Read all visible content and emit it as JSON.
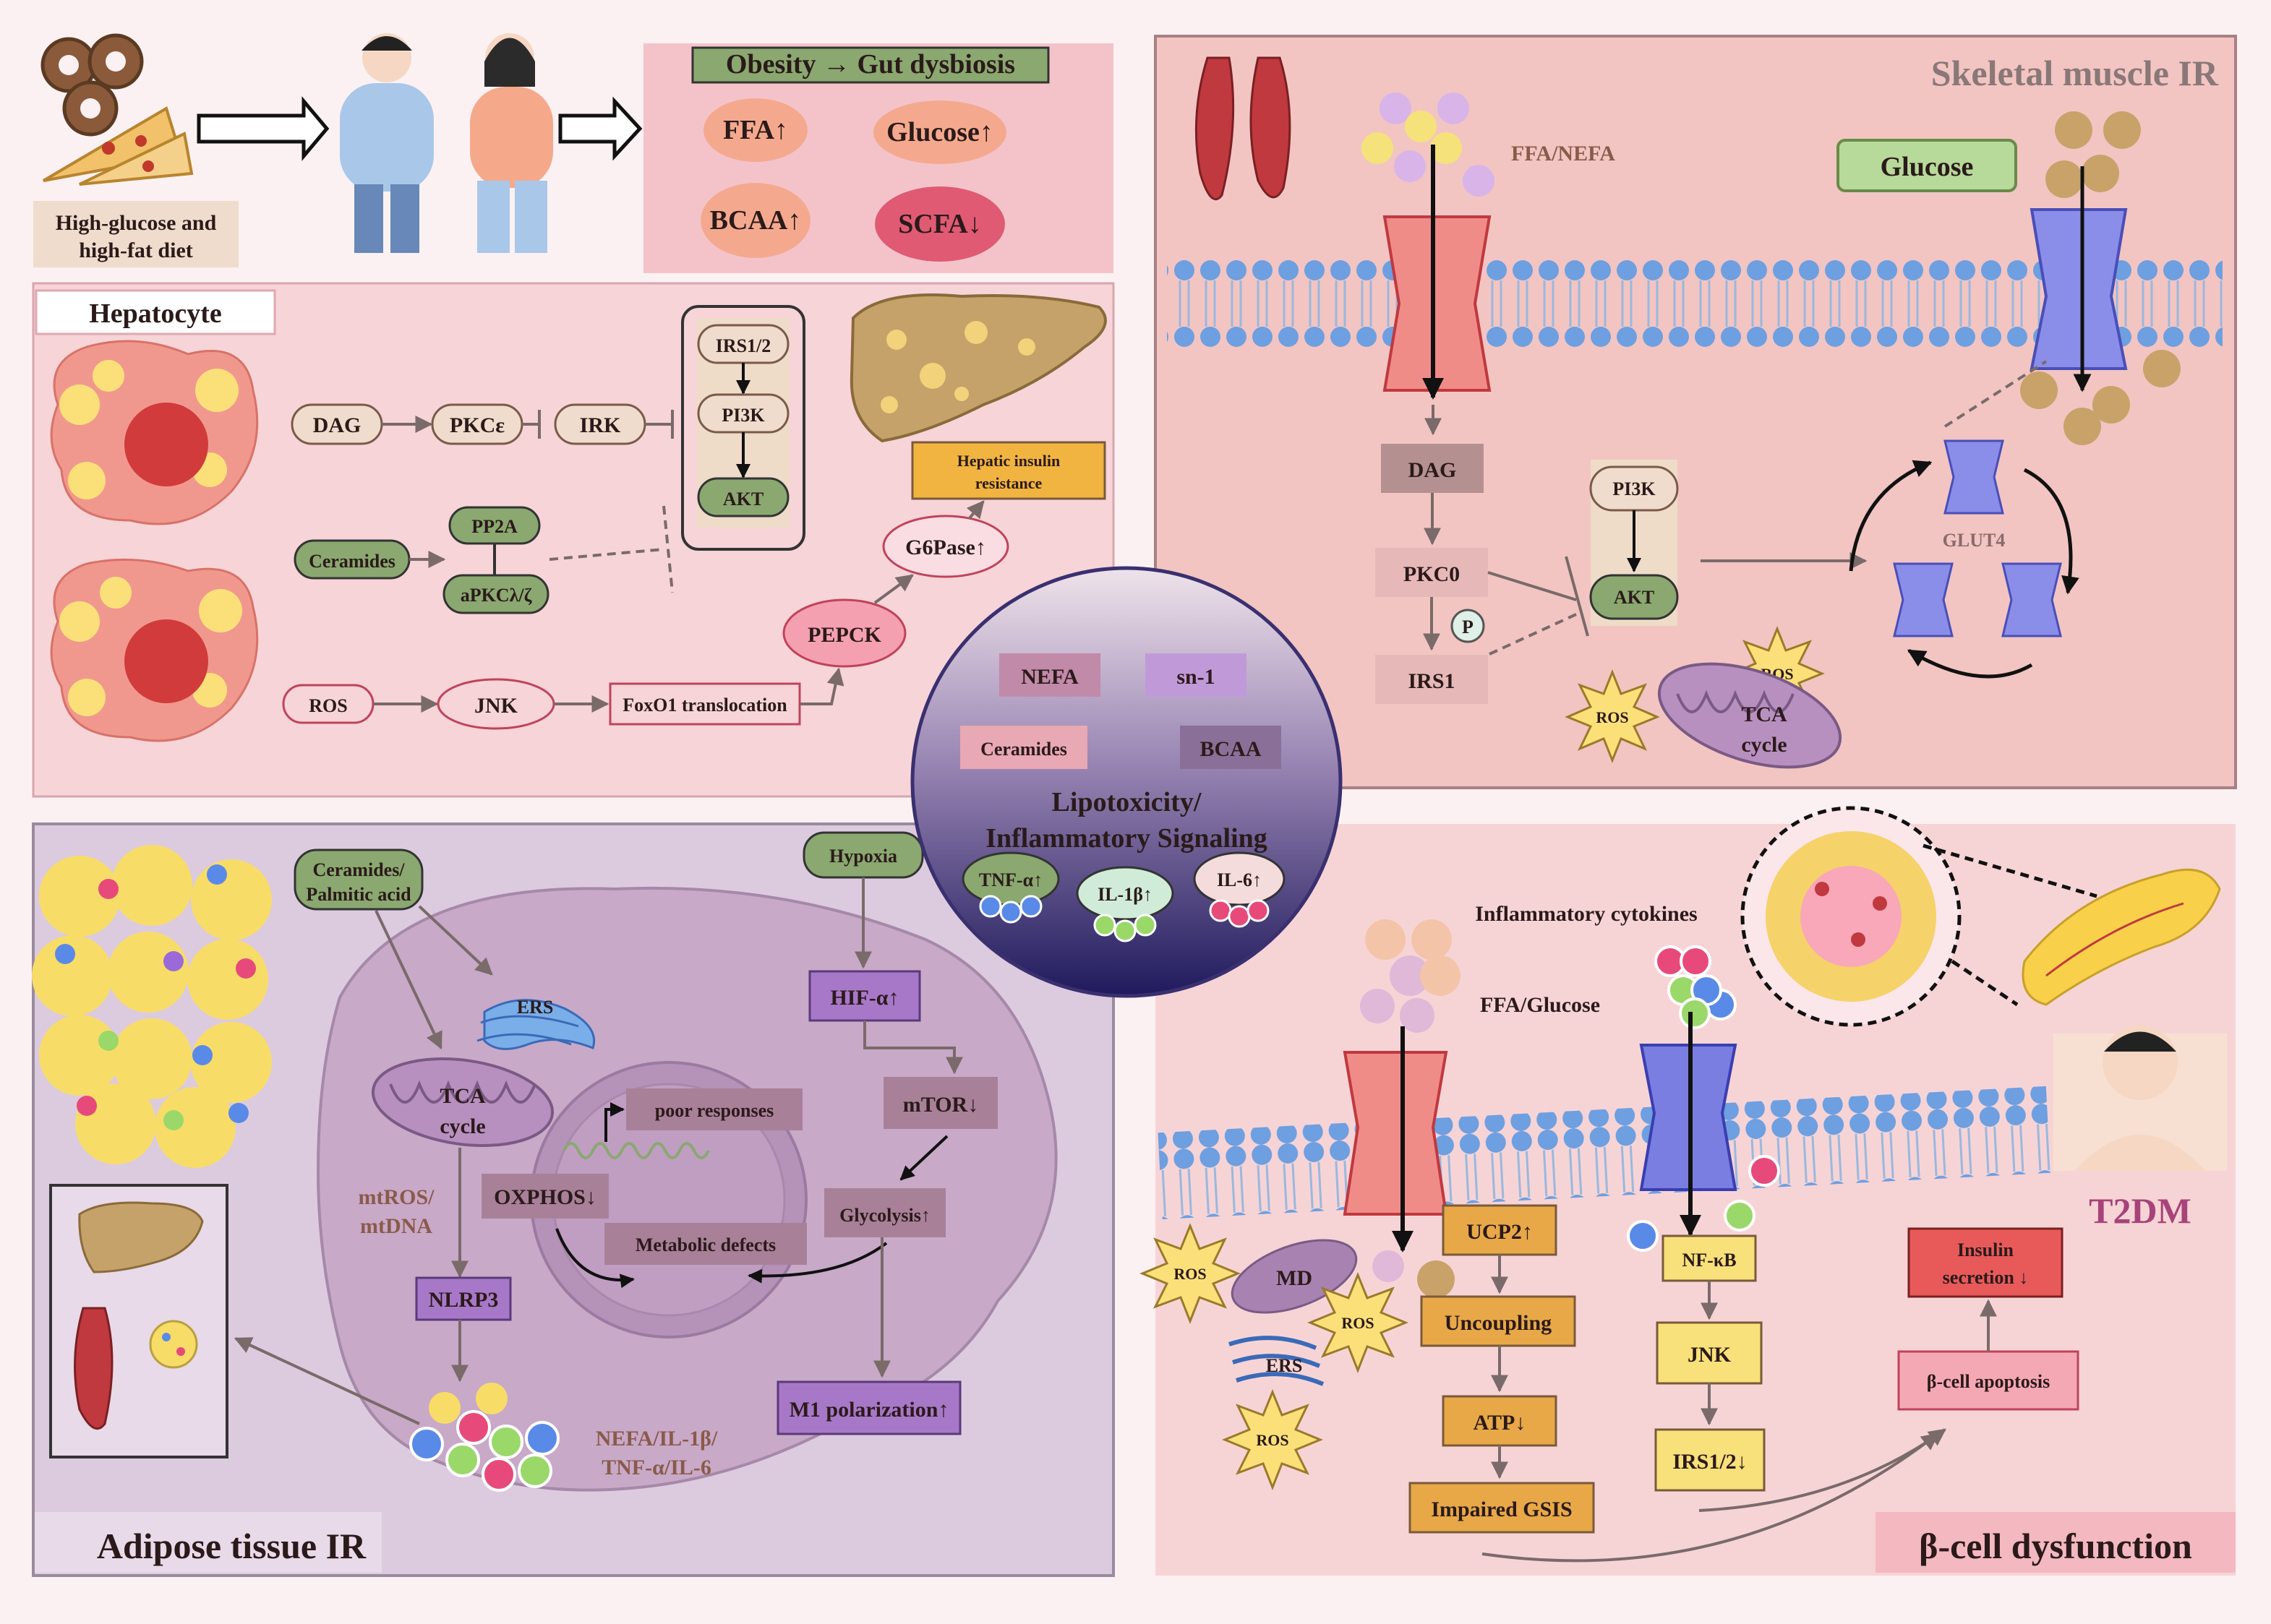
{
  "diet": {
    "label_line1": "High-glucose and",
    "label_line2": "high-fat diet"
  },
  "obesity": {
    "title": "Obesity → Gut dysbiosis",
    "ffa": "FFA↑",
    "glucose": "Glucose↑",
    "bcaa": "BCAA↑",
    "scfa": "SCFA↓"
  },
  "hepatocyte": {
    "title": "Hepatocyte",
    "dag": "DAG",
    "pkce": "PKCε",
    "irk": "IRK",
    "irs12": "IRS1/2",
    "pi3k": "PI3K",
    "akt": "AKT",
    "ceramides": "Ceramides",
    "pp2a": "PP2A",
    "apkc": "aPKCλ/ζ",
    "ros": "ROS",
    "jnk": "JNK",
    "foxo1": "FoxO1 translocation",
    "pepck": "PEPCK",
    "g6pase": "G6Pase↑",
    "resistance_line1": "Hepatic insulin",
    "resistance_line2": "resistance"
  },
  "muscle": {
    "title": "Skeletal muscle IR",
    "ffa_nefa": "FFA/NEFA",
    "glucose": "Glucose",
    "dag": "DAG",
    "pkc0": "PKC0",
    "p": "P",
    "irs1": "IRS1",
    "pi3k": "PI3K",
    "akt": "AKT",
    "glut4": "GLUT4",
    "ros": "ROS",
    "tca_line1": "TCA",
    "tca_line2": "cycle"
  },
  "center": {
    "nefa": "NEFA",
    "sn1": "sn-1",
    "ceramides": "Ceramides",
    "bcaa": "BCAA",
    "title_line1": "Lipotoxicity/",
    "title_line2": "Inflammatory Signaling",
    "tnf": "TNF-α↑",
    "il1b": "IL-1β↑",
    "il6": "IL-6↑"
  },
  "adipose": {
    "title": "Adipose tissue IR",
    "ceramides_line1": "Ceramides/",
    "ceramides_line2": "Palmitic acid",
    "ers": "ERS",
    "tca_line1": "TCA",
    "tca_line2": "cycle",
    "mtros_line1": "mtROS/",
    "mtros_line2": "mtDNA",
    "nlrp3": "NLRP3",
    "nefa_line1": "NEFA/IL-1β/",
    "nefa_line2": "TNF-α/IL-6",
    "poor": "poor responses",
    "oxphos": "OXPHOS↓",
    "metabolic": "Metabolic defects",
    "hypoxia": "Hypoxia",
    "hif": "HIF-α↑",
    "mtor": "mTOR↓",
    "glycolysis": "Glycolysis↑",
    "m1": "M1 polarization↑"
  },
  "beta": {
    "title": "β-cell dysfunction",
    "cytokines": "Inflammatory cytokines",
    "ffa_glucose": "FFA/Glucose",
    "ros": "ROS",
    "md": "MD",
    "ers": "ERS",
    "ucp2": "UCP2↑",
    "uncoupling": "Uncoupling",
    "atp": "ATP↓",
    "gsis": "Impaired GSIS",
    "nfkb": "NF-κB",
    "jnk": "JNK",
    "irs12": "IRS1/2↓",
    "t2dm": "T2DM",
    "insulin_line1": "Insulin",
    "insulin_line2": "secretion ↓",
    "apoptosis": "β-cell apoptosis"
  }
}
